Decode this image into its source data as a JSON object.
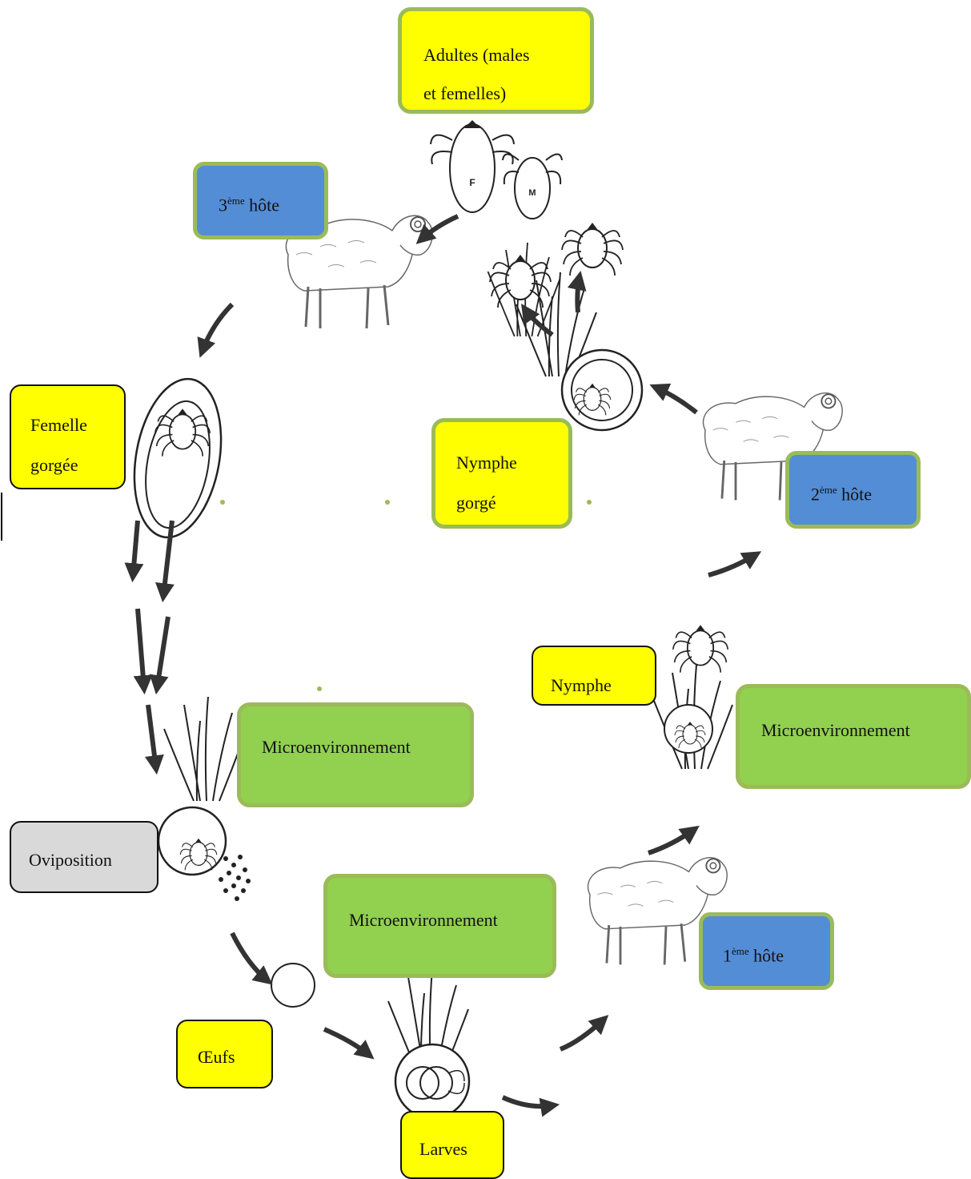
{
  "labels": {
    "adultes_line1": "Adultes     (males",
    "adultes_line2": "et femelles)",
    "host3_num": "3",
    "host3_sup": "ème",
    "host3_rest": " hôte",
    "femelle_line1": "Femelle",
    "femelle_line2": "gorgée",
    "nymphe_gorge_line1": "Nymphe",
    "nymphe_gorge_line2": "gorgé",
    "host2_num": "2",
    "host2_sup": "ème",
    "host2_rest": " hôte",
    "nymphe": "Nymphe",
    "micro_top_left": "Microenvironnement",
    "micro_right": "Microenvironnement",
    "oviposition": "Oviposition",
    "micro_bottom": "Microenvironnement",
    "host1_num": "1",
    "host1_sup": "ème",
    "host1_rest": " hôte",
    "oeufs": "Œufs",
    "larves": "Larves"
  },
  "tick_glyphs": {
    "female": "F",
    "male": "M"
  },
  "colors": {
    "yellow": "#ffff00",
    "blue": "#538dd5",
    "green": "#92d050",
    "grey": "#d9d9d9",
    "border_green": "#9bbb59",
    "arrow": "#333333"
  }
}
